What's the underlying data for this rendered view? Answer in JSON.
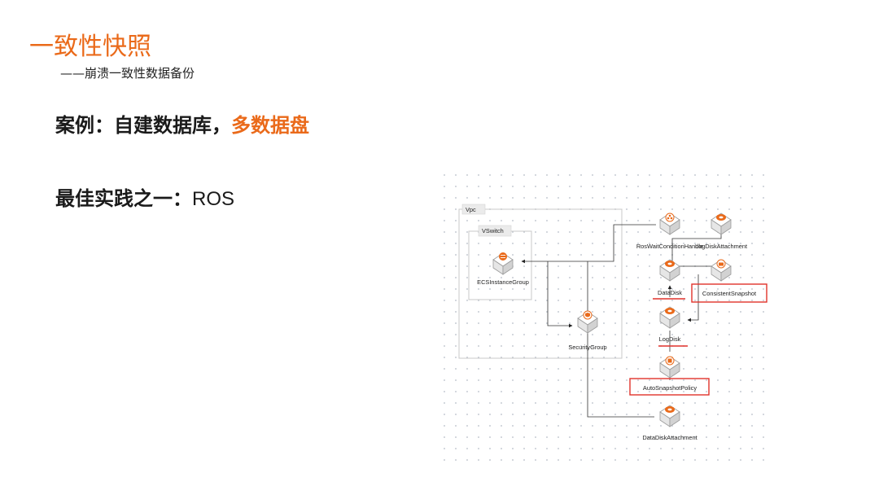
{
  "slide": {
    "title": "一致性快照",
    "subtitle": "——崩溃一致性数据备份",
    "case": {
      "prefix": "案例：自建数据库，",
      "highlight": "多数据盘"
    },
    "practice": {
      "prefix": "最佳实践之一：",
      "value": "ROS"
    }
  },
  "diagram": {
    "groups": {
      "vpc": "Vpc",
      "vswitch": "VSwitch"
    },
    "nodes": {
      "ecs_instance_group": "ECSInstanceGroup",
      "security_group": "SecurityGroup",
      "ros_wait_condition_handle": "RosWaitConditionHandle",
      "log_disk_attachment": "LogDiskAttachment",
      "data_disk": "DataDisk",
      "consistent_snapshot": "ConsistentSnapshot",
      "log_disk": "LogDisk",
      "auto_snapshot_policy": "AutoSnapshotPolicy",
      "data_disk_attachment": "DataDiskAttachment"
    },
    "colors": {
      "accent": "#ea6a1a",
      "highlight_box": "#e0322b",
      "edge": "#333333",
      "group_border": "#c8c8c8"
    }
  }
}
